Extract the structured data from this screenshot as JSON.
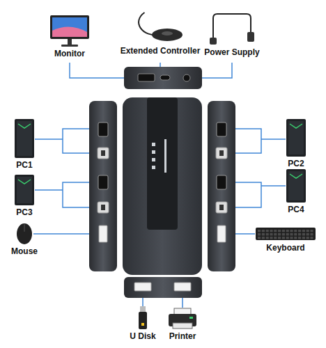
{
  "diagram": {
    "nodes": [
      {
        "text": [
          "Monitor"
        ]
      },
      {
        "text": [
          "Extended Controller"
        ]
      },
      {
        "text": [
          "Power Supply"
        ]
      },
      {
        "text": [
          "PC1"
        ]
      },
      {
        "text": [
          "PC2"
        ]
      },
      {
        "text": [
          "PC3"
        ]
      },
      {
        "text": [
          "PC4"
        ]
      },
      {
        "text": [
          "Mouse"
        ]
      },
      {
        "text": [
          "Keyboard"
        ]
      },
      {
        "text": [
          "U Disk"
        ]
      },
      {
        "text": [
          "Printer"
        ]
      }
    ]
  }
}
